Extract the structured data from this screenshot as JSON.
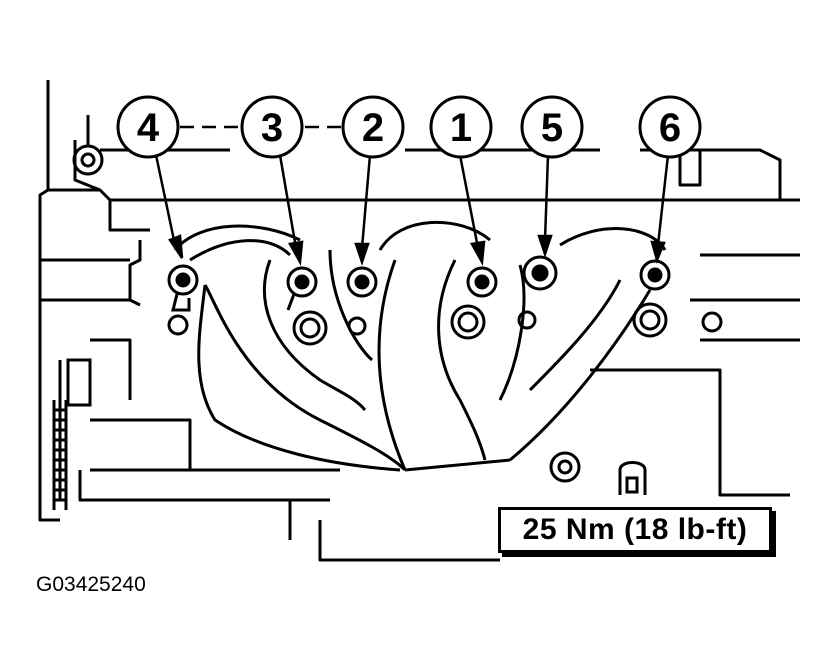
{
  "diagram": {
    "callouts": [
      {
        "label": "4"
      },
      {
        "label": "3"
      },
      {
        "label": "2"
      },
      {
        "label": "1"
      },
      {
        "label": "5"
      },
      {
        "label": "6"
      }
    ],
    "torque_spec": "25 Nm (18 lb-ft)",
    "figure_id": "G03425240",
    "line_color": "#000000",
    "background_color": "#ffffff"
  }
}
